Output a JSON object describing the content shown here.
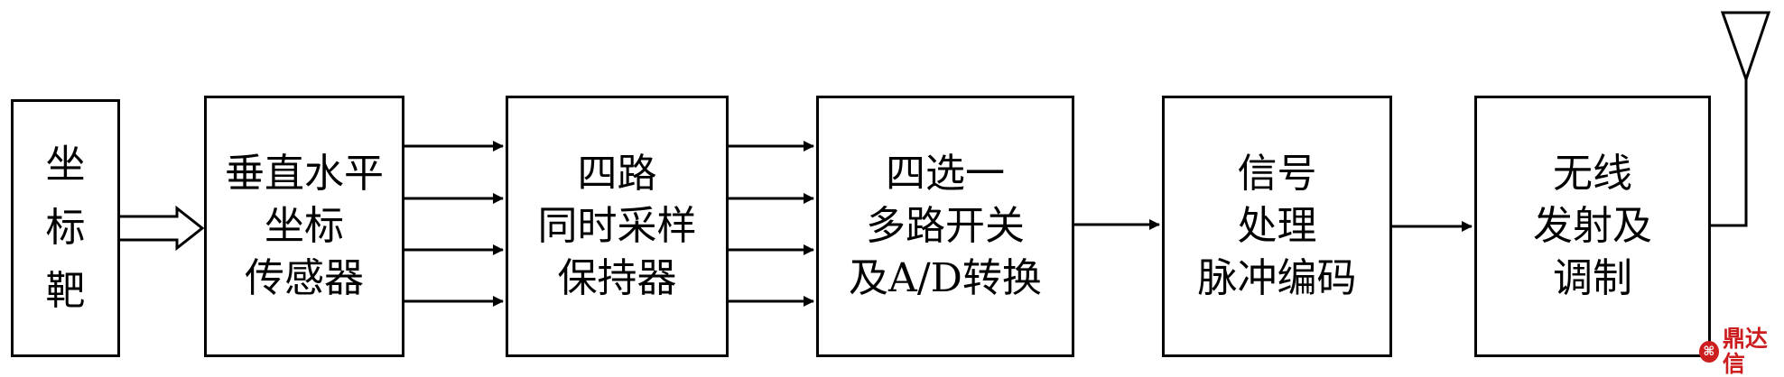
{
  "blocks": [
    {
      "id": "target",
      "lines": [
        "坐",
        "标",
        "靶"
      ]
    },
    {
      "id": "sensor",
      "lines": [
        "垂直水平",
        "坐标",
        "传感器"
      ]
    },
    {
      "id": "sample_hold",
      "lines": [
        "四路",
        "同时采样",
        "保持器"
      ]
    },
    {
      "id": "mux_adc",
      "lines": [
        "四选一",
        "多路开关",
        "及A/D转换"
      ]
    },
    {
      "id": "signal_processing",
      "lines": [
        "信号",
        "处理",
        "脉冲编码"
      ]
    },
    {
      "id": "wireless_tx",
      "lines": [
        "无线",
        "发射及",
        "调制"
      ]
    }
  ],
  "watermark": {
    "text": "鼎达信",
    "icon": "logo-icon",
    "color": "#cc1e1e"
  }
}
